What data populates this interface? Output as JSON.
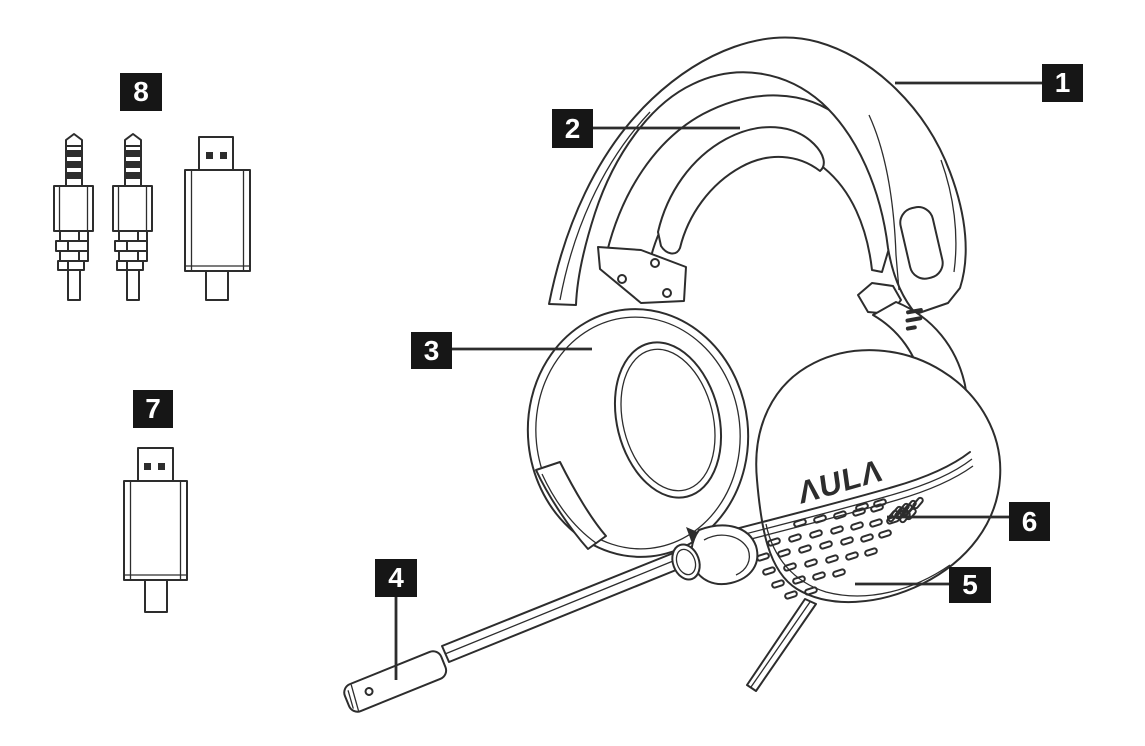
{
  "diagram": {
    "subject": "wired gaming headset parts diagram with numbered callouts",
    "logo_text": "ΛULΛ",
    "callouts": [
      {
        "number": "1",
        "target": "headband-frame"
      },
      {
        "number": "2",
        "target": "headband-cushion"
      },
      {
        "number": "3",
        "target": "ear-cushion"
      },
      {
        "number": "4",
        "target": "microphone"
      },
      {
        "number": "5",
        "target": "ear-cup-rim"
      },
      {
        "number": "6",
        "target": "ear-cup-grille"
      },
      {
        "number": "7",
        "target": "usb-connector"
      },
      {
        "number": "8",
        "target": "audio-jacks-and-usb-plug"
      }
    ],
    "colors": {
      "line": "#2d2d2d",
      "label_bg": "#161616",
      "label_fg": "#ffffff",
      "background": "#ffffff"
    }
  }
}
